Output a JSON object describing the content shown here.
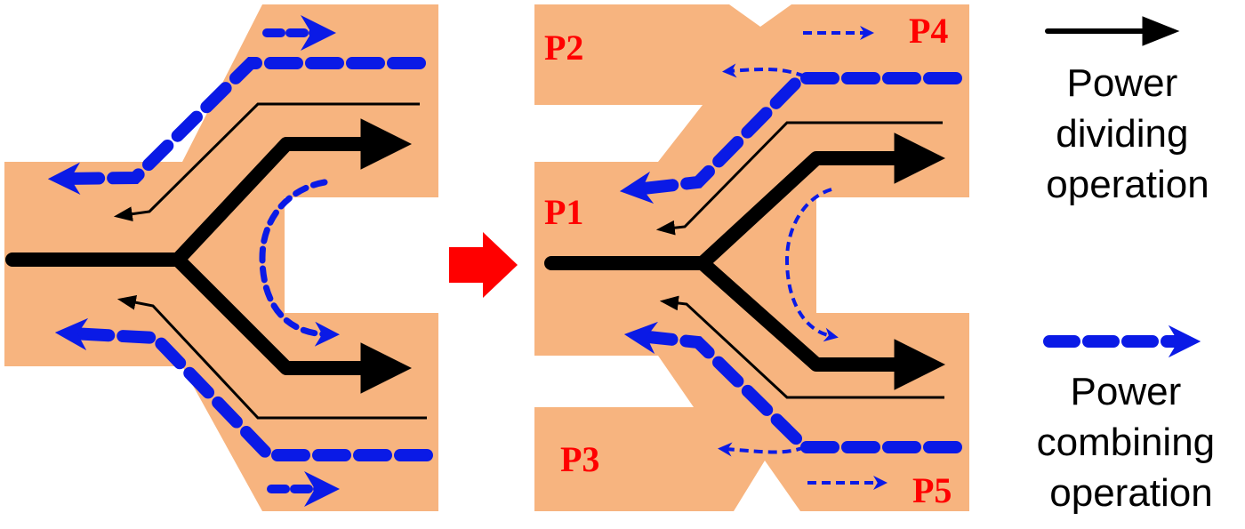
{
  "colors": {
    "substrate": "#F7B47F",
    "power_dividing": "#000000",
    "power_combining": "#0A1AE6",
    "transform_arrow": "#FF0000",
    "port_label": "#FF0000"
  },
  "ports": {
    "p1": "P1",
    "p2": "P2",
    "p3": "P3",
    "p4": "P4",
    "p5": "P5"
  },
  "legend": {
    "dividing": {
      "line1": "Power",
      "line2": "dividing",
      "line3": "operation",
      "icon": "solid-black-arrow-icon"
    },
    "combining": {
      "line1": "Power",
      "line2": "combining",
      "line3": "operation",
      "icon": "dashed-blue-arrow-icon"
    }
  }
}
